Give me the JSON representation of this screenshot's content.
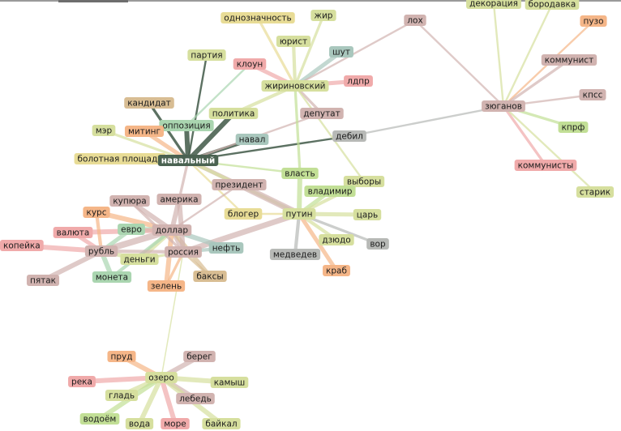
{
  "colors": {
    "yellow": "#e8dc96",
    "olive": "#d6df9e",
    "lime": "#c2df96",
    "green": "#aad5b0",
    "teal": "#a9c7bd",
    "grey": "#b7b9b6",
    "pink": "#f0aaaa",
    "mauve": "#d1b3b0",
    "orange": "#f5b688",
    "tan": "#d8bd93",
    "dark": "#4a6251"
  },
  "nodes": [
    {
      "id": "декорация",
      "color": "olive"
    },
    {
      "id": "бородавка",
      "color": "olive"
    },
    {
      "id": "пузо",
      "color": "orange"
    },
    {
      "id": "однозначность",
      "color": "yellow"
    },
    {
      "id": "жир",
      "color": "olive"
    },
    {
      "id": "лох",
      "color": "mauve"
    },
    {
      "id": "юрист",
      "color": "olive"
    },
    {
      "id": "шут",
      "color": "teal"
    },
    {
      "id": "партия",
      "color": "olive"
    },
    {
      "id": "клоун",
      "color": "pink"
    },
    {
      "id": "коммунист",
      "color": "mauve"
    },
    {
      "id": "лдпр",
      "color": "pink"
    },
    {
      "id": "жириновский",
      "color": "olive"
    },
    {
      "id": "кпсс",
      "color": "mauve"
    },
    {
      "id": "кандидат",
      "color": "tan"
    },
    {
      "id": "зюганов",
      "color": "mauve"
    },
    {
      "id": "политика",
      "color": "olive"
    },
    {
      "id": "депутат",
      "color": "mauve"
    },
    {
      "id": "оппозиция",
      "color": "green"
    },
    {
      "id": "мэр",
      "color": "olive"
    },
    {
      "id": "митинг",
      "color": "orange"
    },
    {
      "id": "кпрф",
      "color": "lime"
    },
    {
      "id": "дебил",
      "color": "grey"
    },
    {
      "id": "навал",
      "color": "teal"
    },
    {
      "id": "болотная площадь",
      "color": "yellow"
    },
    {
      "id": "навальный",
      "color": "dark"
    },
    {
      "id": "коммунисты",
      "color": "pink"
    },
    {
      "id": "власть",
      "color": "lime"
    },
    {
      "id": "президент",
      "color": "mauve"
    },
    {
      "id": "выборы",
      "color": "olive"
    },
    {
      "id": "старик",
      "color": "olive"
    },
    {
      "id": "владимир",
      "color": "lime"
    },
    {
      "id": "купюра",
      "color": "mauve"
    },
    {
      "id": "америка",
      "color": "mauve"
    },
    {
      "id": "блогер",
      "color": "yellow"
    },
    {
      "id": "путин",
      "color": "olive"
    },
    {
      "id": "царь",
      "color": "olive"
    },
    {
      "id": "курс",
      "color": "orange"
    },
    {
      "id": "евро",
      "color": "green"
    },
    {
      "id": "доллар",
      "color": "mauve"
    },
    {
      "id": "валюта",
      "color": "pink"
    },
    {
      "id": "дзюдо",
      "color": "olive"
    },
    {
      "id": "вор",
      "color": "grey"
    },
    {
      "id": "копейка",
      "color": "pink"
    },
    {
      "id": "рубль",
      "color": "mauve"
    },
    {
      "id": "нефть",
      "color": "teal"
    },
    {
      "id": "россия",
      "color": "mauve"
    },
    {
      "id": "деньги",
      "color": "olive"
    },
    {
      "id": "медведев",
      "color": "grey"
    },
    {
      "id": "краб",
      "color": "orange"
    },
    {
      "id": "монета",
      "color": "green"
    },
    {
      "id": "баксы",
      "color": "tan"
    },
    {
      "id": "пятак",
      "color": "mauve"
    },
    {
      "id": "зелень",
      "color": "orange"
    },
    {
      "id": "берег",
      "color": "mauve"
    },
    {
      "id": "пруд",
      "color": "orange"
    },
    {
      "id": "озеро",
      "color": "olive"
    },
    {
      "id": "река",
      "color": "pink"
    },
    {
      "id": "камыш",
      "color": "olive"
    },
    {
      "id": "гладь",
      "color": "olive"
    },
    {
      "id": "лебедь",
      "color": "mauve"
    },
    {
      "id": "водоём",
      "color": "lime"
    },
    {
      "id": "вода",
      "color": "olive"
    },
    {
      "id": "море",
      "color": "pink"
    },
    {
      "id": "байкал",
      "color": "olive"
    }
  ],
  "edges": [
    {
      "source": "навальный",
      "target": "оппозиция",
      "weight": 6
    },
    {
      "source": "навальный",
      "target": "политика",
      "weight": 6
    },
    {
      "source": "навальный",
      "target": "кандидат",
      "weight": 3
    },
    {
      "source": "навальный",
      "target": "партия",
      "weight": 2
    },
    {
      "source": "навальный",
      "target": "мэр",
      "weight": 3
    },
    {
      "source": "навальный",
      "target": "митинг",
      "weight": 5
    },
    {
      "source": "навальный",
      "target": "болотная площадь",
      "weight": 4
    },
    {
      "source": "навальный",
      "target": "навал",
      "weight": 4
    },
    {
      "source": "навальный",
      "target": "депутат",
      "weight": 2
    },
    {
      "source": "навальный",
      "target": "президент",
      "weight": 5
    },
    {
      "source": "навальный",
      "target": "путин",
      "weight": 4
    },
    {
      "source": "навальный",
      "target": "власть",
      "weight": 2
    },
    {
      "source": "навальный",
      "target": "америка",
      "weight": 3
    },
    {
      "source": "навальный",
      "target": "блогер",
      "weight": 2
    },
    {
      "source": "навальный",
      "target": "дебил",
      "weight": 2
    },
    {
      "source": "жириновский",
      "target": "однозначность",
      "weight": 3
    },
    {
      "source": "жириновский",
      "target": "жир",
      "weight": 3
    },
    {
      "source": "жириновский",
      "target": "юрист",
      "weight": 4
    },
    {
      "source": "жириновский",
      "target": "шут",
      "weight": 5
    },
    {
      "source": "жириновский",
      "target": "клоун",
      "weight": 5
    },
    {
      "source": "жириновский",
      "target": "лдпр",
      "weight": 5
    },
    {
      "source": "жириновский",
      "target": "политика",
      "weight": 4
    },
    {
      "source": "жириновский",
      "target": "депутат",
      "weight": 3
    },
    {
      "source": "жириновский",
      "target": "лох",
      "weight": 2
    },
    {
      "source": "жириновский",
      "target": "власть",
      "weight": 3
    },
    {
      "source": "жириновский",
      "target": "выборы",
      "weight": 2
    },
    {
      "source": "клоун",
      "target": "оппозиция",
      "weight": 2
    },
    {
      "source": "зюганов",
      "target": "декорация",
      "weight": 2
    },
    {
      "source": "зюганов",
      "target": "бородавка",
      "weight": 2
    },
    {
      "source": "зюганов",
      "target": "пузо",
      "weight": 2
    },
    {
      "source": "зюганов",
      "target": "лох",
      "weight": 2
    },
    {
      "source": "зюганов",
      "target": "коммунист",
      "weight": 3
    },
    {
      "source": "зюганов",
      "target": "кпсс",
      "weight": 2
    },
    {
      "source": "зюганов",
      "target": "кпрф",
      "weight": 3
    },
    {
      "source": "зюганов",
      "target": "коммунисты",
      "weight": 3
    },
    {
      "source": "зюганов",
      "target": "старик",
      "weight": 2
    },
    {
      "source": "зюганов",
      "target": "дебил",
      "weight": 2
    },
    {
      "source": "путин",
      "target": "власть",
      "weight": 6
    },
    {
      "source": "путин",
      "target": "владимир",
      "weight": 5
    },
    {
      "source": "путин",
      "target": "выборы",
      "weight": 4
    },
    {
      "source": "путин",
      "target": "царь",
      "weight": 5
    },
    {
      "source": "путин",
      "target": "дзюдо",
      "weight": 4
    },
    {
      "source": "путин",
      "target": "вор",
      "weight": 3
    },
    {
      "source": "путин",
      "target": "медведев",
      "weight": 4
    },
    {
      "source": "путин",
      "target": "краб",
      "weight": 5
    },
    {
      "source": "путин",
      "target": "президент",
      "weight": 8
    },
    {
      "source": "путин",
      "target": "россия",
      "weight": 7
    },
    {
      "source": "путин",
      "target": "блогер",
      "weight": 2
    },
    {
      "source": "доллар",
      "target": "купюра",
      "weight": 6
    },
    {
      "source": "доллар",
      "target": "америка",
      "weight": 6
    },
    {
      "source": "доллар",
      "target": "курс",
      "weight": 6
    },
    {
      "source": "доллар",
      "target": "евро",
      "weight": 6
    },
    {
      "source": "доллар",
      "target": "валюта",
      "weight": 6
    },
    {
      "source": "доллар",
      "target": "рубль",
      "weight": 8
    },
    {
      "source": "доллар",
      "target": "нефть",
      "weight": 6
    },
    {
      "source": "доллар",
      "target": "россия",
      "weight": 5
    },
    {
      "source": "доллар",
      "target": "деньги",
      "weight": 6
    },
    {
      "source": "доллар",
      "target": "баксы",
      "weight": 5
    },
    {
      "source": "доллар",
      "target": "зелень",
      "weight": 6
    },
    {
      "source": "доллар",
      "target": "монета",
      "weight": 4
    },
    {
      "source": "доллар",
      "target": "президент",
      "weight": 2
    },
    {
      "source": "рубль",
      "target": "копейка",
      "weight": 6
    },
    {
      "source": "рубль",
      "target": "пятак",
      "weight": 6
    },
    {
      "source": "рубль",
      "target": "монета",
      "weight": 6
    },
    {
      "source": "рубль",
      "target": "евро",
      "weight": 5
    },
    {
      "source": "рубль",
      "target": "курс",
      "weight": 4
    },
    {
      "source": "рубль",
      "target": "валюта",
      "weight": 5
    },
    {
      "source": "рубль",
      "target": "деньги",
      "weight": 5
    },
    {
      "source": "рубль",
      "target": "россия",
      "weight": 4
    },
    {
      "source": "россия",
      "target": "америка",
      "weight": 6
    },
    {
      "source": "россия",
      "target": "нефть",
      "weight": 4
    },
    {
      "source": "россия",
      "target": "деньги",
      "weight": 3
    },
    {
      "source": "россия",
      "target": "зелень",
      "weight": 3
    },
    {
      "source": "россия",
      "target": "баксы",
      "weight": 3
    },
    {
      "source": "россия",
      "target": "купюра",
      "weight": 3
    },
    {
      "source": "россия",
      "target": "озеро",
      "weight": 1
    },
    {
      "source": "озеро",
      "target": "пруд",
      "weight": 6
    },
    {
      "source": "озеро",
      "target": "берег",
      "weight": 6
    },
    {
      "source": "озеро",
      "target": "река",
      "weight": 6
    },
    {
      "source": "озеро",
      "target": "камыш",
      "weight": 6
    },
    {
      "source": "озеро",
      "target": "гладь",
      "weight": 6
    },
    {
      "source": "озеро",
      "target": "лебедь",
      "weight": 6
    },
    {
      "source": "озеро",
      "target": "водоём",
      "weight": 6
    },
    {
      "source": "озеро",
      "target": "вода",
      "weight": 6
    },
    {
      "source": "озеро",
      "target": "море",
      "weight": 6
    },
    {
      "source": "озеро",
      "target": "байкал",
      "weight": 6
    }
  ]
}
